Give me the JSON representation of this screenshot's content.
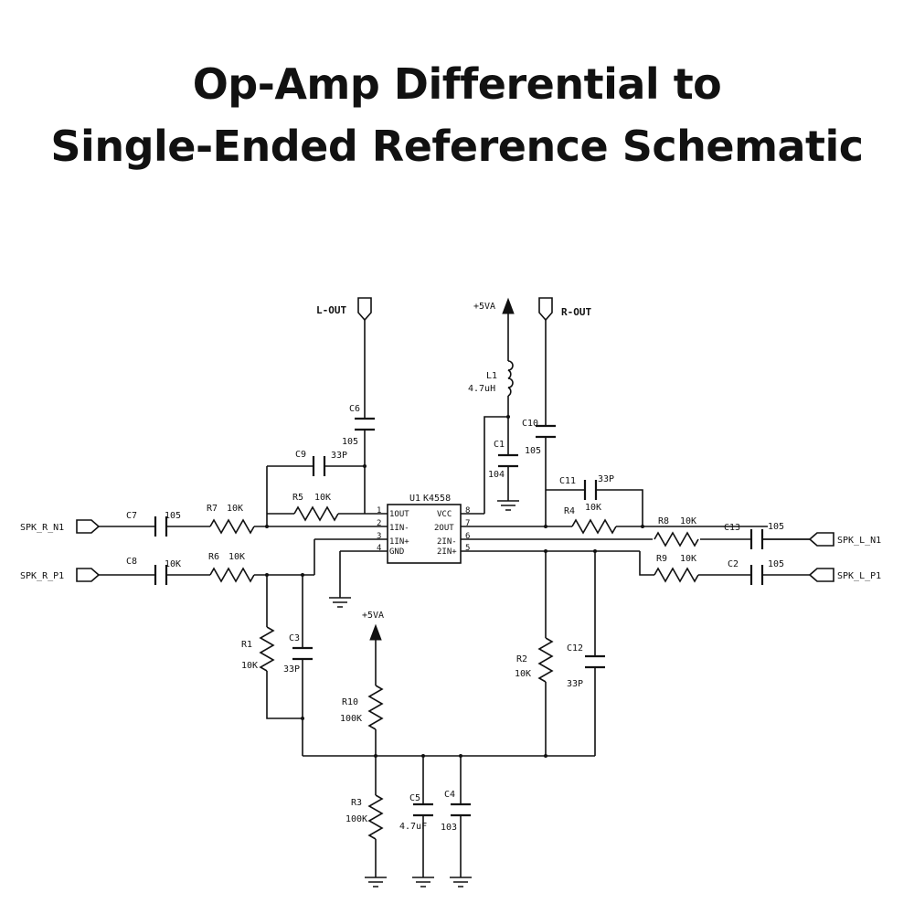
{
  "title": {
    "line1": "Op-Amp Differential to",
    "line2": "Single-Ended Reference Schematic"
  },
  "ports": {
    "l_out": "L-OUT",
    "r_out": "R-OUT",
    "spk_r_n1": "SPK_R_N1",
    "spk_r_p1": "SPK_R_P1",
    "spk_l_n1": "SPK_L_N1",
    "spk_l_p1": "SPK_L_P1"
  },
  "supplies": {
    "top": "+5VA",
    "mid": "+5VA"
  },
  "ic": {
    "ref": "U1",
    "part": "K4558",
    "left_pins": [
      {
        "num": "1",
        "name": "1OUT"
      },
      {
        "num": "2",
        "name": "1IN-"
      },
      {
        "num": "3",
        "name": "1IN+"
      },
      {
        "num": "4",
        "name": "GND"
      }
    ],
    "right_pins": [
      {
        "num": "8",
        "name": "VCC"
      },
      {
        "num": "7",
        "name": "2OUT"
      },
      {
        "num": "6",
        "name": "2IN-"
      },
      {
        "num": "5",
        "name": "2IN+"
      }
    ]
  },
  "components": {
    "L1": {
      "ref": "L1",
      "value": "4.7uH"
    },
    "C1": {
      "ref": "C1",
      "value": "104"
    },
    "C2": {
      "ref": "C2",
      "value": "105"
    },
    "C3": {
      "ref": "C3",
      "value": "33P"
    },
    "C4": {
      "ref": "C4",
      "value": "103"
    },
    "C5": {
      "ref": "C5",
      "value": "4.7uF"
    },
    "C6": {
      "ref": "C6",
      "value": "105"
    },
    "C7": {
      "ref": "C7",
      "value": "105"
    },
    "C8": {
      "ref": "C8",
      "value": "10K"
    },
    "C9": {
      "ref": "C9",
      "value": "33P"
    },
    "C10": {
      "ref": "C10",
      "value": "105"
    },
    "C11": {
      "ref": "C11",
      "value": "33P"
    },
    "C12": {
      "ref": "C12",
      "value": "33P"
    },
    "C13": {
      "ref": "C13",
      "value": "105"
    },
    "R1": {
      "ref": "R1",
      "value": "10K"
    },
    "R2": {
      "ref": "R2",
      "value": "10K"
    },
    "R3": {
      "ref": "R3",
      "value": "100K"
    },
    "R4": {
      "ref": "R4",
      "value": "10K"
    },
    "R5": {
      "ref": "R5",
      "value": "10K"
    },
    "R6": {
      "ref": "R6",
      "value": "10K"
    },
    "R7": {
      "ref": "R7",
      "value": "10K"
    },
    "R8": {
      "ref": "R8",
      "value": "10K"
    },
    "R9": {
      "ref": "R9",
      "value": "10K"
    },
    "R10": {
      "ref": "R10",
      "value": "100K"
    }
  }
}
